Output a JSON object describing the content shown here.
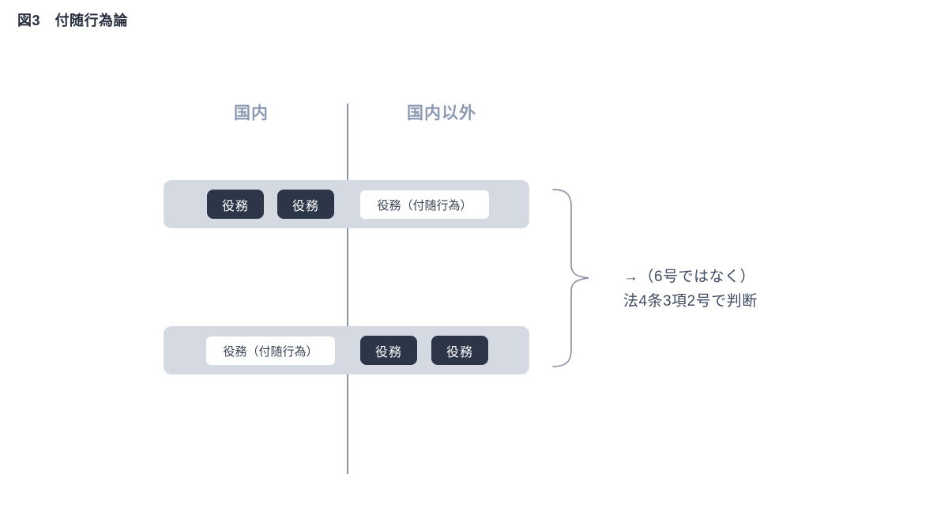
{
  "figure": {
    "title": "図3　付随行為論"
  },
  "columns": {
    "left_header": "国内",
    "right_header": "国内以外"
  },
  "rows": [
    {
      "boxes": [
        {
          "label": "役務",
          "style": "dark"
        },
        {
          "label": "役務",
          "style": "dark"
        },
        {
          "label": "役務（付随行為）",
          "style": "light"
        }
      ]
    },
    {
      "boxes": [
        {
          "label": "役務（付随行為）",
          "style": "light"
        },
        {
          "label": "役務",
          "style": "dark"
        },
        {
          "label": "役務",
          "style": "dark"
        }
      ]
    }
  ],
  "annotation": {
    "line1": "→（6号ではなく）",
    "line2": "法4条3項2号で判断"
  },
  "colors": {
    "title_text": "#272f3e",
    "header_text": "#8c9ab4",
    "bar_bg": "#d5d9e1",
    "dark_box_bg": "#2c3648",
    "dark_box_text": "#ffffff",
    "white_box_bg": "#ffffff",
    "white_box_text": "#3a4556",
    "divider": "#8f94a7",
    "brace": "#8f94a7",
    "annotation_text": "#3f4c61"
  }
}
